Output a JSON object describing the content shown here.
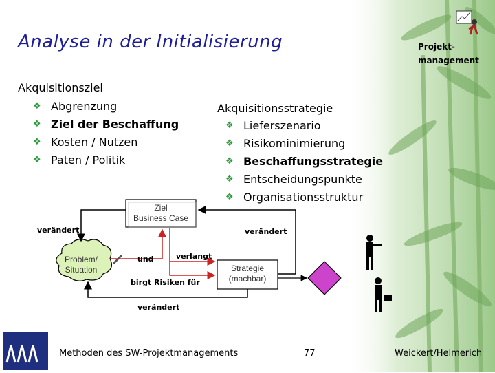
{
  "title": "Analyse in der Initialisierung",
  "logo": {
    "line1": "Projekt-",
    "line2": "management"
  },
  "left": {
    "heading": "Akquisitionsziel",
    "items": [
      "Abgrenzung",
      "Ziel der Beschaffung",
      "Kosten / Nutzen",
      "Paten / Politik"
    ]
  },
  "right": {
    "heading": "Akquisitionsstrategie",
    "items": [
      "Lieferszenario",
      "Risikominimierung",
      "Beschaffungsstrategie",
      "Entscheidungspunkte",
      "Organisationsstruktur"
    ]
  },
  "diagram": {
    "box_ziel_line1": "Ziel",
    "box_ziel_line2": "Business Case",
    "cloud_line1": "Problem/",
    "cloud_line2": "Situation",
    "box_strategie_line1": "Strategie",
    "box_strategie_line2": "(machbar)",
    "verandert_left": "verändert",
    "verandert_right": "verändert",
    "verandert_bottom": "verändert",
    "und": "und",
    "verlangt": "verlangt",
    "birgt": "birgt Risiken für"
  },
  "footer": {
    "course": "Methoden des SW-Projektmanagements",
    "page": "77",
    "authors": "Weickert/Helmerich"
  },
  "colors": {
    "title": "#1f1f99",
    "bullet": "#2e9b3c",
    "arrow": "#cc2222",
    "diamond": "#cc44cc"
  }
}
